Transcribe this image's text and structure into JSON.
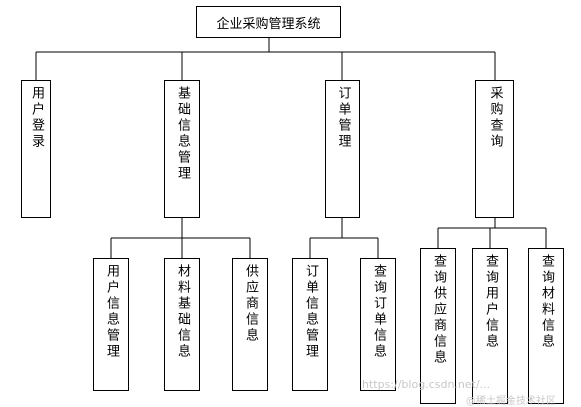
{
  "diagram": {
    "root": {
      "label": "企业采购管理系统"
    },
    "modules": [
      {
        "label": "用户登录"
      },
      {
        "label": "基础信息管理"
      },
      {
        "label": "订单管理"
      },
      {
        "label": "采购查询"
      }
    ],
    "submodules": {
      "basic_info": [
        {
          "label": "用户信息管理"
        },
        {
          "label": "材料基础信息"
        },
        {
          "label": "供应商信息"
        }
      ],
      "orders": [
        {
          "label": "订单信息管理"
        },
        {
          "label": "查询订单信息"
        }
      ],
      "query": [
        {
          "label": "查询供应商信息"
        },
        {
          "label": "查询用户信息"
        },
        {
          "label": "查询材料信息"
        }
      ]
    },
    "watermark": {
      "url": "https://blog.csdn.net/...",
      "brand": "@稀土掘金技术社区"
    }
  },
  "colors": {
    "line": "#000000",
    "box_border": "#000000",
    "watermark": "#c8c8c8"
  }
}
